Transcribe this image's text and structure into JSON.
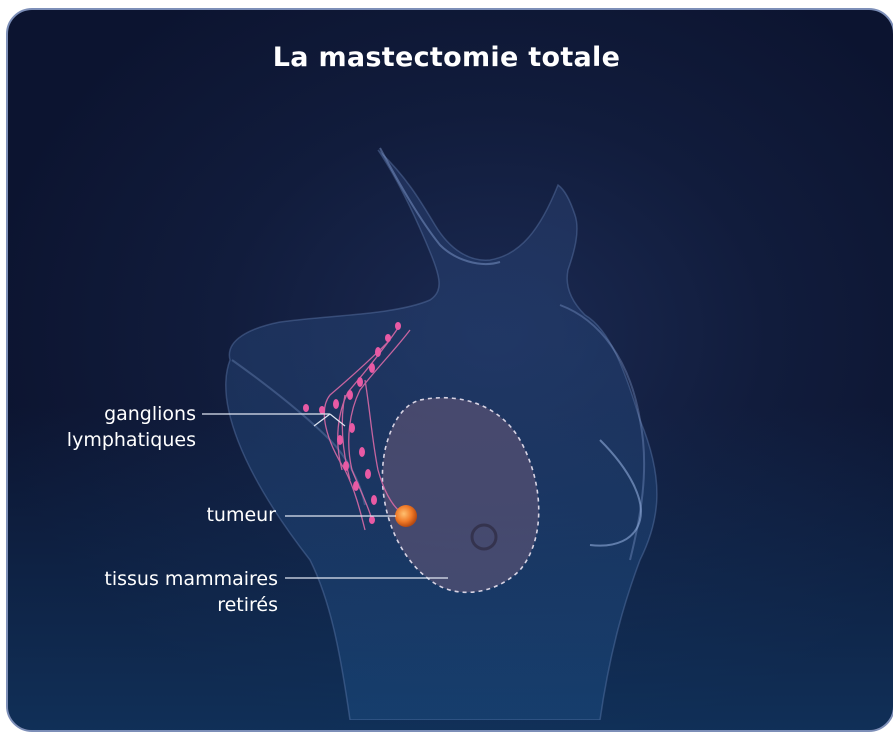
{
  "title": "La mastectomie totale",
  "labels": {
    "lymph_nodes_line1": "ganglions",
    "lymph_nodes_line2": "lymphatiques",
    "tumor": "tumeur",
    "removed_tissue_line1": "tissus mammaires",
    "removed_tissue_line2": "retirés"
  },
  "colors": {
    "background": "#111c3c",
    "frame": "#7d8fb8",
    "lymph": "#e04a9a",
    "tumor": "#f08a30",
    "removed_area": "#5a4a6a"
  }
}
